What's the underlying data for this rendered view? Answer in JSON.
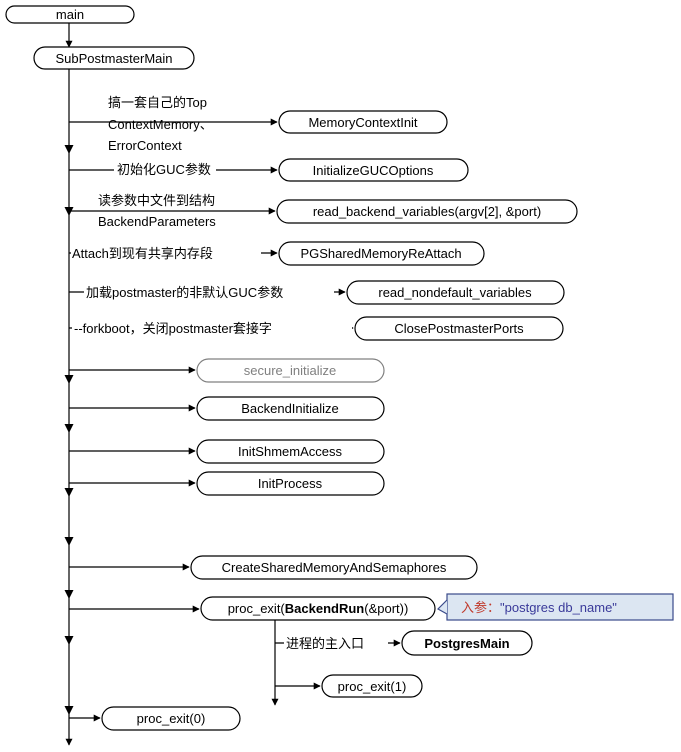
{
  "nodes": {
    "main": "main",
    "sub_postmaster_main": "SubPostmasterMain",
    "memory_context_init": "MemoryContextInit",
    "initialize_guc_options": "InitializeGUCOptions",
    "read_backend_variables": "read_backend_variables(argv[2], &port)",
    "pg_shared_memory_reattach": "PGSharedMemoryReAttach",
    "read_nondefault_variables": "read_nondefault_variables",
    "close_postmaster_ports": "ClosePostmasterPorts",
    "secure_initialize": "secure_initialize",
    "backend_initialize": "BackendInitialize",
    "init_shmem_access": "InitShmemAccess",
    "init_process": "InitProcess",
    "create_shared_memory": "CreateSharedMemoryAndSemaphores",
    "proc_exit_prefix": "proc_exit(",
    "backend_run": "BackendRun",
    "proc_exit_suffix": "(&port))",
    "postgres_main": "PostgresMain",
    "proc_exit_1": "proc_exit(1)",
    "proc_exit_0": "proc_exit(0)"
  },
  "labels": {
    "top_context_line1": "搞一套自己的Top",
    "top_context_line2": "ContextMemory、",
    "top_context_line3": "ErrorContext",
    "init_guc": "初始化GUC参数",
    "read_params_line1": "读参数中文件到结构",
    "read_params_line2": "BackendParameters",
    "attach_shmem": "Attach到现有共享内存段",
    "load_nondefault": "加载postmaster的非默认GUC参数",
    "forkboot_close": "--forkboot，关闭postmaster套接字",
    "process_entry": "进程的主入口"
  },
  "callout": {
    "prefix": "入参：",
    "value": "\"postgres db_name\""
  },
  "colors": {
    "line": "#000000",
    "node_fill": "#ffffff",
    "disabled_text": "#808080",
    "callout_fill": "#dce6f2",
    "callout_border": "#3a4a8a",
    "callout_text": "#3a3a9a",
    "callout_prefix": "#c0392b"
  }
}
